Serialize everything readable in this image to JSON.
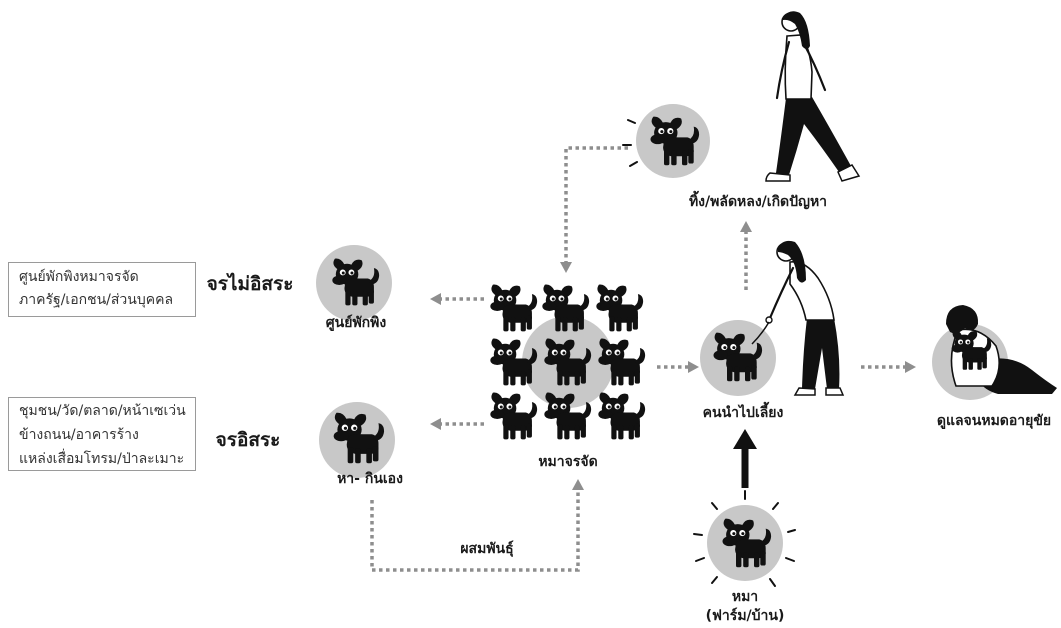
{
  "colors": {
    "circle_fill": "#c8c8c8",
    "dotted_arrow": "#8e8e8e",
    "solid_arrow": "#111111",
    "dog": "#111111",
    "box_border": "#9a9a9a",
    "text": "#1a1a1a"
  },
  "info_boxes": {
    "shelter": {
      "lines": [
        "ศูนย์พักพิงหมาจรจัด",
        "ภาครัฐ/เอกชน/ส่วนบุคคล"
      ]
    },
    "free_roaming": {
      "lines": [
        "ชุมชน/วัด/ตลาด/หน้าเซเว่น",
        "ข้างถนน/อาคารร้าง",
        "แหล่งเสื่อมโทรม/ป่าละเมาะ"
      ]
    }
  },
  "categories": {
    "confined": "จรไม่อิสระ",
    "free": "จรอิสระ"
  },
  "nodes": {
    "shelter": {
      "label": "ศูนย์พักพิง",
      "icon": "dog-icon"
    },
    "self_feeding": {
      "label": "หา- กินเอง",
      "icon": "dog-icon"
    },
    "stray_dogs": {
      "label": "หมาจรจัด",
      "icon": "dog-icon"
    },
    "abandoned": {
      "label": "ทิ้ง/พลัดหลง/เกิดปัญหา",
      "icon": "dog-icon"
    },
    "adopted": {
      "label": "คนนำไปเลี้ยง",
      "icon": "dog-icon"
    },
    "lifetime_care": {
      "label": "ดูแลจนหมดอายุขัย",
      "icon": "dog-icon"
    },
    "source_dog": {
      "label_lines": [
        "หมา",
        "(ฟาร์ม/บ้าน)"
      ],
      "icon": "dog-icon"
    }
  },
  "edge_labels": {
    "breeding": "ผสมพันธุ์"
  }
}
